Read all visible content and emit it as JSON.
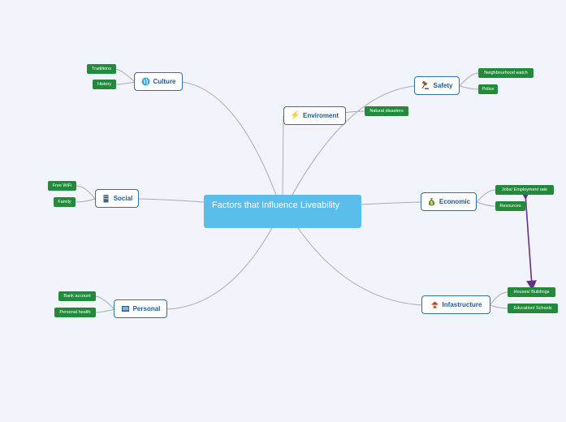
{
  "central": "Factors that Influence Liveability",
  "topics": {
    "culture": {
      "label": "Culture",
      "icon": "globe-icon"
    },
    "environment": {
      "label": "Enviroment",
      "icon": "lightning-icon"
    },
    "safety": {
      "label": "Safety",
      "icon": "gavel-icon"
    },
    "social": {
      "label": "Social",
      "icon": "building-icon"
    },
    "economic": {
      "label": "Economic",
      "icon": "money-bag-icon"
    },
    "personal": {
      "label": "Personal",
      "icon": "book-icon"
    },
    "infrastructure": {
      "label": "Infastructure",
      "icon": "house-icon"
    }
  },
  "leaves": {
    "traditions": "Traditions",
    "history": "History",
    "natural_disasters": "Natural disasters",
    "neighbourhood_watch": "Neighbourhood watch",
    "police": "Police",
    "free_wifi": "Free WiFi",
    "family": "Family",
    "jobs_employment_rate": "Jobs/ Employment rate",
    "resources": "Resources",
    "bank_account": "Bank account",
    "personal_health": "Personal health",
    "houses_buildings": "Houses/ Buildings",
    "education_schools": "Education/ Schools"
  },
  "colors": {
    "central": "#5bbdec",
    "topic_border": "#2d6fb0",
    "leaf": "#228b3a",
    "relationship": "#6a2d8c"
  }
}
